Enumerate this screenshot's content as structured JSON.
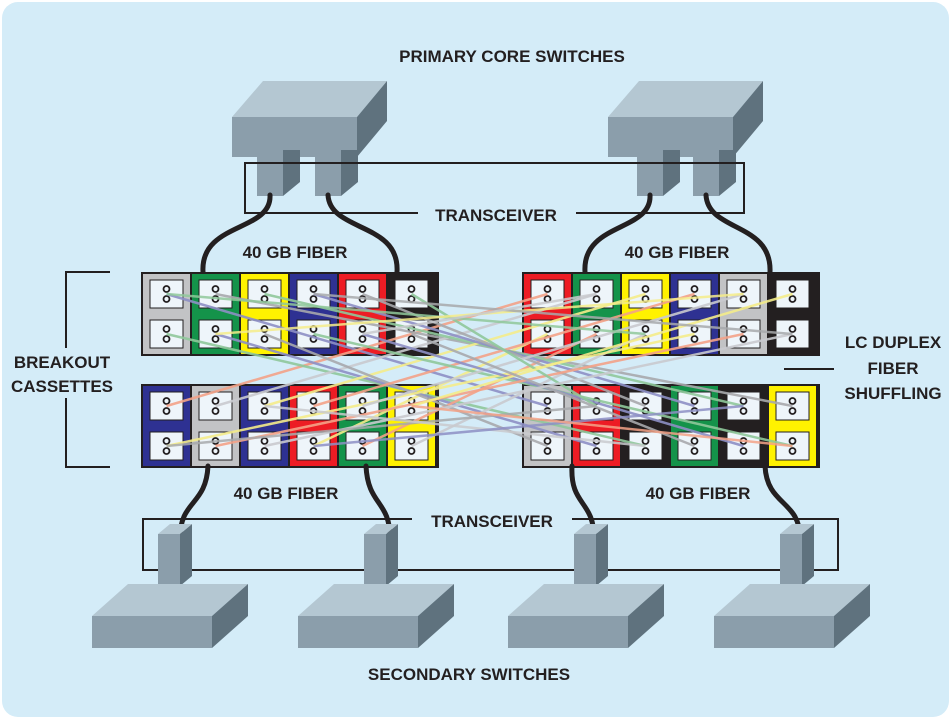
{
  "title": "PRIMARY CORE SWITCHES",
  "bottom_title": "SECONDARY SWITCHES",
  "labels": {
    "transceiver_top": "TRANSCEIVER",
    "transceiver_bottom": "TRANSCEIVER",
    "fiber_top_left": "40 GB FIBER",
    "fiber_top_right": "40 GB FIBER",
    "fiber_bottom_left": "40 GB FIBER",
    "fiber_bottom_right": "40 GB FIBER",
    "breakout_line1": "BREAKOUT",
    "breakout_line2": "CASSETTES",
    "lc_line1": "LC DUPLEX",
    "lc_line2": "FIBER",
    "lc_line3": "SHUFFLING"
  },
  "colors": {
    "background": "#d4ecf8",
    "switch_top": "#b4c7d2",
    "switch_front": "#8b9eab",
    "switch_side": "#5f727e",
    "cable": "#231f20",
    "gray": "#c2c3c5",
    "green": "#14934a",
    "yellow": "#fff200",
    "blue": "#2e3192",
    "red": "#ed1c24",
    "black": "#231f20"
  },
  "cassettes": {
    "top_left": [
      "gray",
      "green",
      "yellow",
      "blue",
      "red",
      "black"
    ],
    "top_right": [
      "red",
      "green",
      "yellow",
      "blue",
      "gray",
      "black"
    ],
    "bottom_left": [
      "blue",
      "gray",
      "blue",
      "red",
      "green",
      "yellow"
    ],
    "bottom_right": [
      "gray",
      "red",
      "black",
      "green",
      "black",
      "yellow"
    ]
  },
  "fiber_colors": [
    "#8d8fc4",
    "#f3a287",
    "#8fc89a",
    "#f4ec8a",
    "#a7a9ac",
    "#c9cace"
  ]
}
